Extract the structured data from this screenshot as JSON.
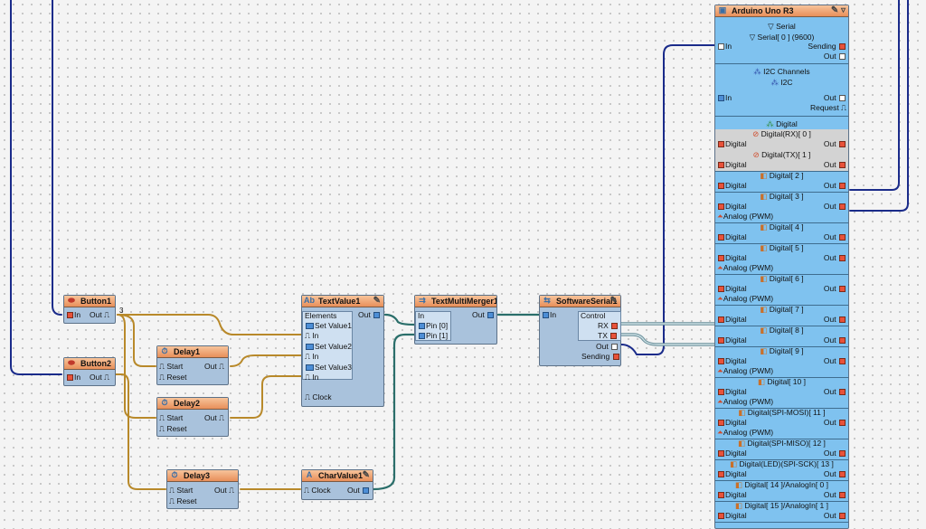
{
  "components": {
    "button1": {
      "title": "Button1",
      "in": "In",
      "out": "Out",
      "badge": "3"
    },
    "button2": {
      "title": "Button2",
      "in": "In",
      "out": "Out"
    },
    "delay1": {
      "title": "Delay1",
      "start": "Start",
      "reset": "Reset",
      "out": "Out"
    },
    "delay2": {
      "title": "Delay2",
      "start": "Start",
      "reset": "Reset",
      "out": "Out"
    },
    "delay3": {
      "title": "Delay3",
      "start": "Start",
      "reset": "Reset",
      "out": "Out"
    },
    "textvalue1": {
      "title": "TextValue1",
      "elements": "Elements",
      "out": "Out",
      "sets": [
        "Set Value1",
        "Set Value2",
        "Set Value3"
      ],
      "in": "In",
      "clock": "Clock"
    },
    "charvalue1": {
      "title": "CharValue1",
      "clock": "Clock",
      "out": "Out"
    },
    "textmultimerger1": {
      "title": "TextMultiMerger1",
      "in": "In",
      "out": "Out",
      "pins": [
        "Pin [0]",
        "Pin [1]"
      ]
    },
    "softwareserial1": {
      "title": "SoftwareSerial1",
      "in": "In",
      "control": "Control",
      "rx": "RX",
      "tx": "TX",
      "out": "Out",
      "sending": "Sending"
    }
  },
  "arduino": {
    "title": "Arduino Uno R3",
    "serial": {
      "section": "Serial",
      "sub": "Serial[ 0 ] (9600)",
      "in": "In",
      "sending": "Sending",
      "out": "Out"
    },
    "i2c": {
      "section": "I2C Channels",
      "sub": "I2C",
      "in": "In",
      "out": "Out",
      "request": "Request"
    },
    "digital_section": "Digital",
    "channels": [
      {
        "name": "Digital(RX)[ 0 ]",
        "analog": false,
        "disabled": true
      },
      {
        "name": "Digital(TX)[ 1 ]",
        "analog": false,
        "disabled": true
      },
      {
        "name": "Digital[ 2 ]",
        "analog": false
      },
      {
        "name": "Digital[ 3 ]",
        "analog": true
      },
      {
        "name": "Digital[ 4 ]",
        "analog": false
      },
      {
        "name": "Digital[ 5 ]",
        "analog": true
      },
      {
        "name": "Digital[ 6 ]",
        "analog": true
      },
      {
        "name": "Digital[ 7 ]",
        "analog": false
      },
      {
        "name": "Digital[ 8 ]",
        "analog": false
      },
      {
        "name": "Digital[ 9 ]",
        "analog": true
      },
      {
        "name": "Digital[ 10 ]",
        "analog": true
      },
      {
        "name": "Digital(SPI-MOSI)[ 11 ]",
        "analog": true
      },
      {
        "name": "Digital(SPI-MISO)[ 12 ]",
        "analog": false
      },
      {
        "name": "Digital(LED)(SPI-SCK)[ 13 ]",
        "analog": false
      },
      {
        "name": "Digital[ 14 ]/AnalogIn[ 0 ]",
        "analog": false
      },
      {
        "name": "Digital[ 15 ]/AnalogIn[ 1 ]",
        "analog": false
      }
    ],
    "labels": {
      "digital": "Digital",
      "out": "Out",
      "analog": "Analog (PWM)"
    }
  }
}
